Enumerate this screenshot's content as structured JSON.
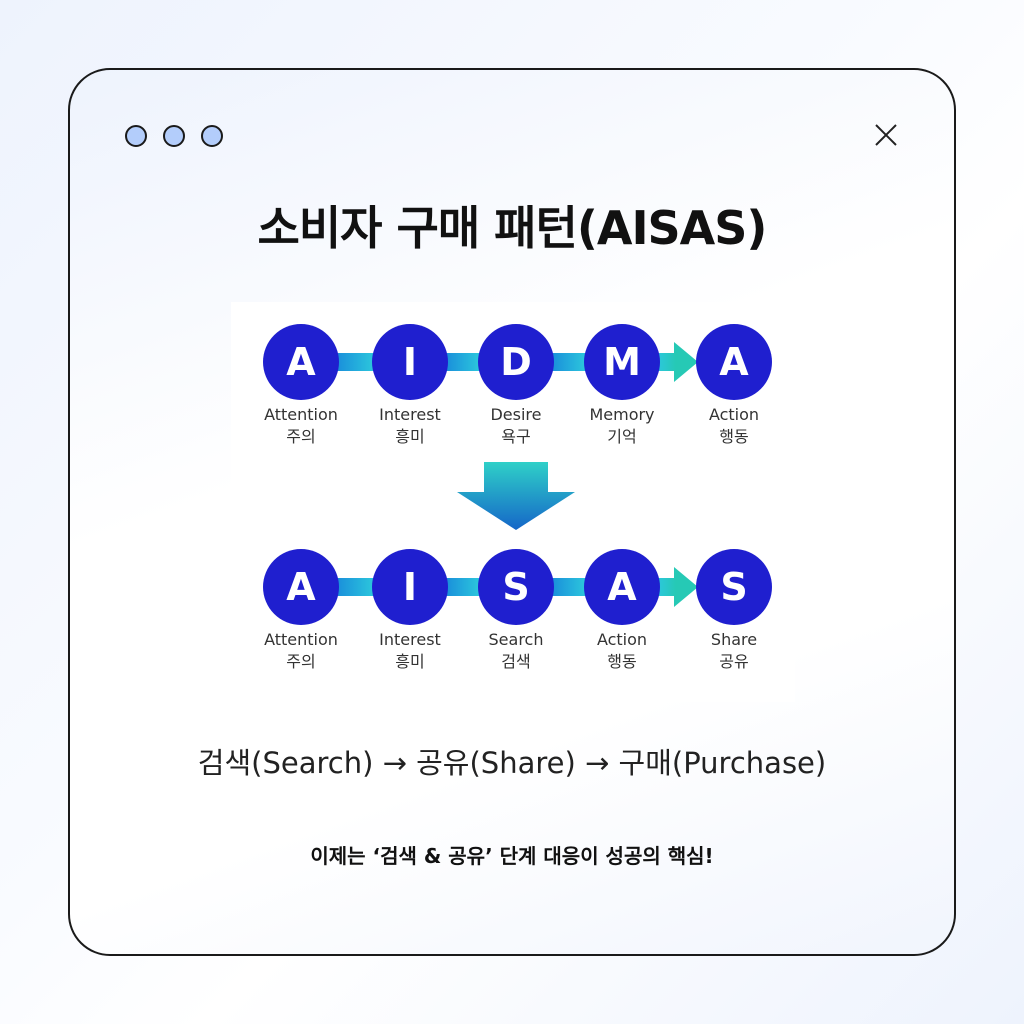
{
  "window": {
    "dots": 3,
    "dot_color": "#b3cdfb",
    "close_icon": "close-icon"
  },
  "title": "소비자 구매 패턴(AISAS)",
  "diagram": {
    "aidma": [
      {
        "letter": "A",
        "en": "Attention",
        "ko": "주의"
      },
      {
        "letter": "I",
        "en": "Interest",
        "ko": "흥미"
      },
      {
        "letter": "D",
        "en": "Desire",
        "ko": "욕구"
      },
      {
        "letter": "M",
        "en": "Memory",
        "ko": "기억"
      },
      {
        "letter": "A",
        "en": "Action",
        "ko": "행동"
      }
    ],
    "aisas": [
      {
        "letter": "A",
        "en": "Attention",
        "ko": "주의"
      },
      {
        "letter": "I",
        "en": "Interest",
        "ko": "흥미"
      },
      {
        "letter": "S",
        "en": "Search",
        "ko": "검색"
      },
      {
        "letter": "A",
        "en": "Action",
        "ko": "행동"
      },
      {
        "letter": "S",
        "en": "Share",
        "ko": "공유"
      }
    ],
    "circle_color": "#1f1fcf"
  },
  "subtitle": "검색(Search) → 공유(Share) → 구매(Purchase)",
  "footer": "이제는 ‘검색 & 공유’ 단계 대응이 성공의 핵심!"
}
